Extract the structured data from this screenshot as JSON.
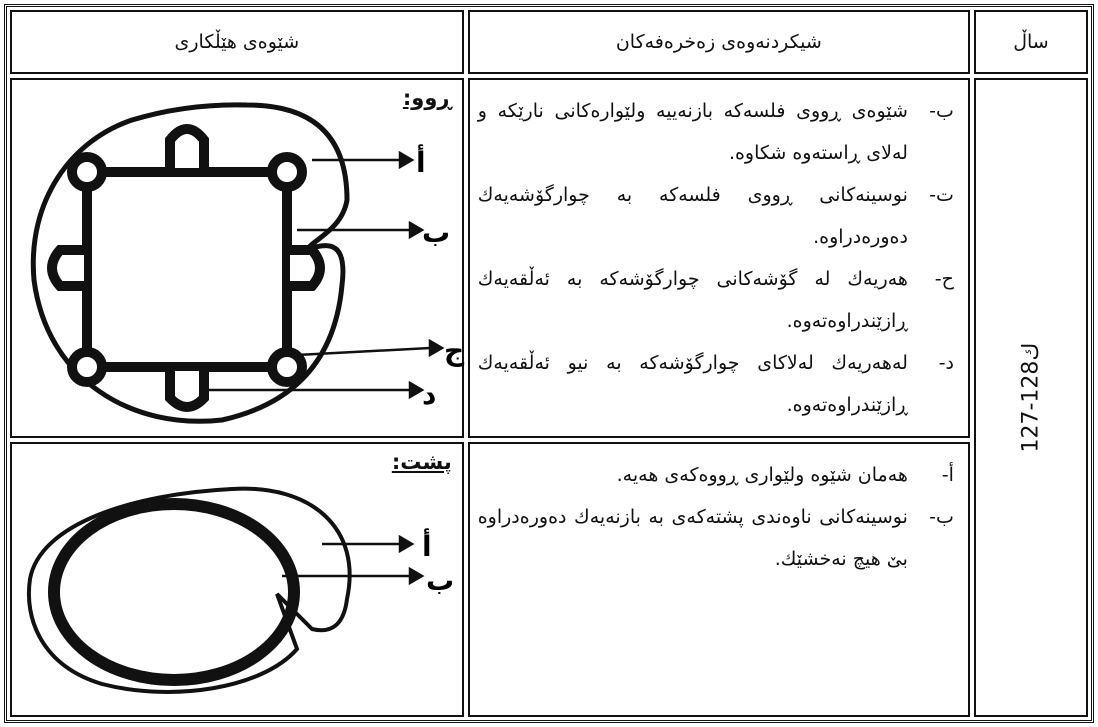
{
  "headers": {
    "style": "شێوەی هێڵکاری",
    "description": "شیکردنەوەی زەخرەفەکان",
    "year": "ساڵ"
  },
  "year_value": "127-128ك",
  "obverse": {
    "title": "ڕوو:",
    "labels": [
      "أ",
      "ب",
      "ج",
      "د"
    ],
    "items": [
      {
        "mark": "ب-",
        "text": "شێوەی ڕووی فلسەکە بازنەییە ولێوارەکانی نارێکە و لەلای ڕاستەوە شکاوە."
      },
      {
        "mark": "ت-",
        "text": "نوسینەکانی ڕووی فلسەکە بە چوارگۆشەیەك دەورەدراوە."
      },
      {
        "mark": "ح-",
        "text": "هەریەك لە گۆشەکانی چوارگۆشەکە بە ئەڵقەیەك ڕازێندراوەتەوە."
      },
      {
        "mark": "د-",
        "text": "لەهەریەك لەلاکای چوارگۆشەکە بە نیو ئەڵقەیەك ڕازێندراوەتەوە."
      }
    ]
  },
  "reverse": {
    "title": "پشت:",
    "labels": [
      "أ",
      "ب"
    ],
    "items": [
      {
        "mark": "أ-",
        "text": "هەمان شێوە ولێواری ڕووەکەی هەیە."
      },
      {
        "mark": "ب-",
        "text": "نوسینەکانی ناوەندی پشتەکەی بە بازنەیەك دەورەدراوە بێ هیچ نەخشێك."
      }
    ]
  }
}
